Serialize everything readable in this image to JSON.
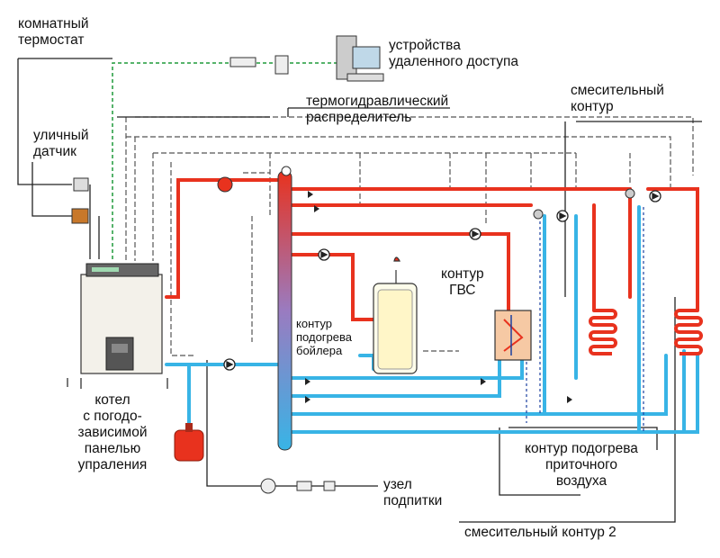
{
  "labels": {
    "room_thermostat": [
      "комнатный",
      "термостат"
    ],
    "remote_access": [
      "устройства",
      "удаленного доступа"
    ],
    "hydraulic_distributor": [
      "термогидравлический",
      "распределитель"
    ],
    "mixing_circuit": [
      "смесительный",
      "контур"
    ],
    "outdoor_sensor": [
      "уличный",
      "датчик"
    ],
    "dhw_circuit": [
      "контур",
      "ГВС"
    ],
    "boiler_heating_circuit": [
      "контур",
      "подогрева",
      "бойлера"
    ],
    "boiler_unit": [
      "котел",
      "с погодо-",
      "зависимой",
      "панелью",
      "упраления"
    ],
    "supply_air_circuit": [
      "контур подогрева",
      "приточного",
      "воздуха"
    ],
    "makeup_node": [
      "узел",
      "подпитки"
    ],
    "mixing_circuit_2": "смесительный контур 2"
  },
  "colors": {
    "supply_pipe": "#e8321e",
    "return_pipe": "#38b4e6",
    "control_line": "#222222",
    "remote_line": "#1f9a3a",
    "wiring_dashed": "#555555",
    "boiler_body": "#f3f1ea",
    "expansion_tank": "#e8321e",
    "heat_exchanger": "#f6c9a4"
  },
  "icons": [
    "computer-icon",
    "thermostat-icon",
    "outdoor-sensor-icon",
    "pump-icon",
    "valve-icon",
    "expansion-tank-icon",
    "dhw-tank-icon",
    "radiator-coil-icon",
    "air-heater-icon"
  ]
}
